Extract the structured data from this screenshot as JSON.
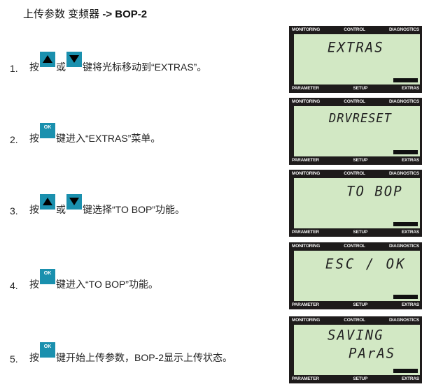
{
  "title": {
    "cn": "上传参数 变频器",
    "arrow": "-> BOP-2"
  },
  "steps": [
    {
      "num": "1.",
      "pre": "按",
      "keys": [
        "up",
        "down"
      ],
      "mid": "或",
      "post": "键将光标移动到“EXTRAS”。"
    },
    {
      "num": "2.",
      "pre": "按",
      "keys": [
        "ok"
      ],
      "post": "键进入“EXTRAS”菜单。"
    },
    {
      "num": "3.",
      "pre": "按",
      "keys": [
        "up",
        "down"
      ],
      "mid": "或",
      "post": "键选择“TO BOP”功能。"
    },
    {
      "num": "4.",
      "pre": "按",
      "keys": [
        "ok"
      ],
      "post": "键进入“TO BOP”功能。"
    },
    {
      "num": "5.",
      "pre": "按",
      "keys": [
        "ok"
      ],
      "post": "键开始上传参数，BOP-2显示上传状态。"
    }
  ],
  "key_labels": {
    "ok": "OK"
  },
  "lcd_labels": {
    "top": [
      "MONITORING",
      "CONTROL",
      "DIAGNOSTICS"
    ],
    "bottom": [
      "PARAMETER",
      "SETUP",
      "EXTRAS"
    ]
  },
  "screens": [
    {
      "line1": "EXTRAS",
      "line2": ""
    },
    {
      "line1": "DRVRESET",
      "line2": ""
    },
    {
      "line1": "TO BOP",
      "line2": ""
    },
    {
      "line1": "ESC / OK",
      "line2": ""
    },
    {
      "line1": "SAVING",
      "line2": "PArAS"
    }
  ],
  "colors": {
    "key_bg": "#1a90ae",
    "lcd_bg": "#d2e8c4",
    "lcd_frame": "#1e1b1b"
  }
}
